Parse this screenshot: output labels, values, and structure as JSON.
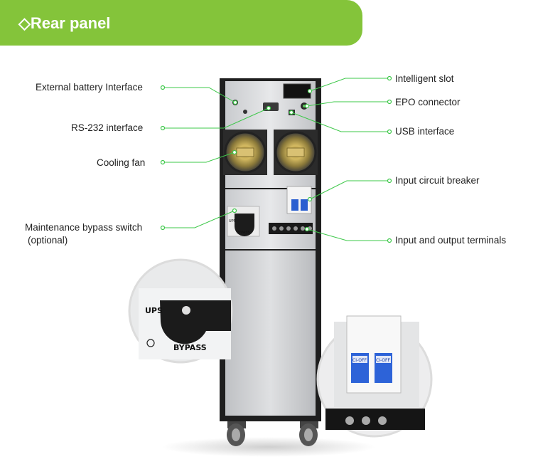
{
  "banner": {
    "title": "◇Rear panel",
    "color": "#84c43a"
  },
  "labels": {
    "external_battery": "External battery Interface",
    "rs232": "RS-232 interface",
    "cooling_fan": "Cooling fan",
    "maint_bypass_line1": "Maintenance bypass switch",
    "maint_bypass_line2": "(optional)",
    "intelligent_slot": "Intelligent slot",
    "epo": "EPO connector",
    "usb": "USB interface",
    "input_breaker": "Input circuit breaker",
    "io_terminals": "Input and output terminals"
  },
  "device_markings": {
    "ups": "UPS",
    "bypass": "BYPASS",
    "breaker_left": "CI-OFF",
    "breaker_right": "CI-OFF"
  },
  "colors": {
    "leader_line": "#3ec84a",
    "tower": "#1f1f1f",
    "panel": "#d9dbdd"
  }
}
